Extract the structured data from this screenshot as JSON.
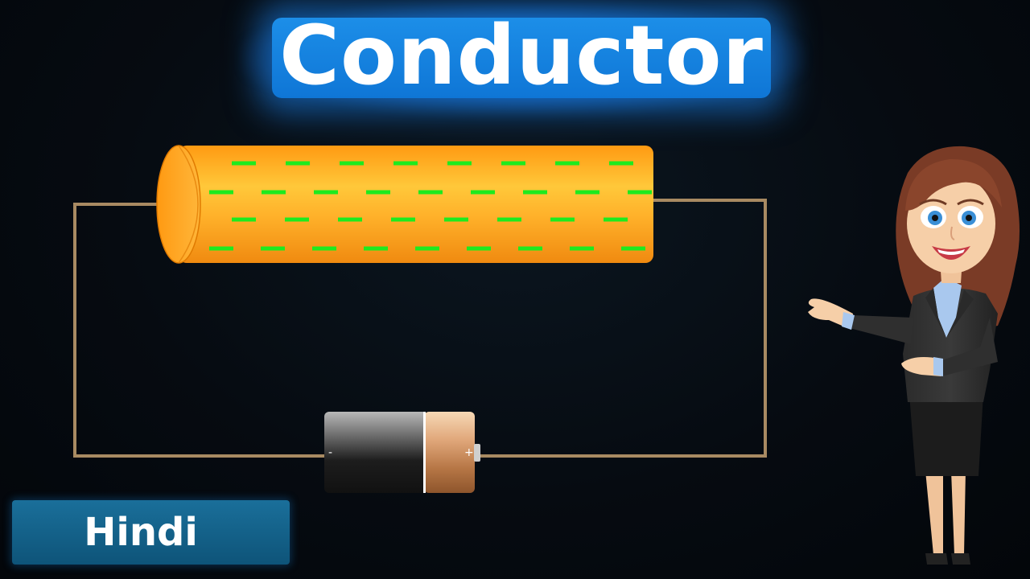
{
  "title": "Conductor",
  "language_badge": "Hindi",
  "battery": {
    "negative_symbol": "-",
    "positive_symbol": "+"
  },
  "colors": {
    "title_bg": "#1a8ae6",
    "conductor_orange": "#ffa21f",
    "electron_green": "#1eea1e",
    "wire": "#a88a62",
    "badge_bg": "#13648d"
  },
  "electrons": {
    "rows": [
      [
        0,
        1,
        2,
        3,
        4,
        5,
        6,
        7
      ],
      [
        0,
        1,
        2,
        3,
        4,
        5,
        6,
        7,
        8
      ],
      [
        0,
        1,
        2,
        3,
        4,
        5,
        6,
        7
      ],
      [
        0,
        1,
        2,
        3,
        4,
        5,
        6,
        7,
        8
      ]
    ]
  }
}
